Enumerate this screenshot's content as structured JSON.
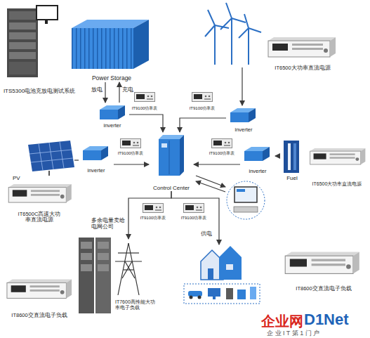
{
  "diagram": {
    "nodes": [
      {
        "text": [
          "ITS5300电池充放电测试系统"
        ]
      },
      {
        "text": [
          "Power Storage"
        ]
      },
      {
        "text": [
          "IT6500大功率直流电源"
        ]
      },
      {
        "text": [
          "IT9100功率表"
        ]
      },
      {
        "text": [
          "IT9100功率表"
        ]
      },
      {
        "text": [
          "inverter"
        ]
      },
      {
        "text": [
          "inverter"
        ]
      },
      {
        "text": [
          "PV"
        ]
      },
      {
        "text": [
          "inverter"
        ]
      },
      {
        "text": [
          "IT9100功率表"
        ]
      },
      {
        "text": [
          "IT9100功率表"
        ]
      },
      {
        "text": [
          "inverter"
        ]
      },
      {
        "text": [
          "Fuel"
        ]
      },
      {
        "text": [
          "IT6500大功率直流电源"
        ]
      },
      {
        "text": [
          "Control Center"
        ]
      },
      {
        "text": [
          "IT6500C高速大功率直流电源"
        ]
      },
      {
        "text": [
          "IT9100功率表"
        ]
      },
      {
        "text": [
          "IT9100功率表"
        ]
      },
      {
        "text": [
          "多余电量卖给电网公司"
        ]
      },
      {
        "text": [
          "供电"
        ]
      },
      {
        "text": [
          "IT7600高性能大功率电子负载"
        ]
      },
      {
        "text": [
          "IT8600交直流电子负载"
        ]
      },
      {
        "text": [
          "IT8600交直流电子负载"
        ]
      }
    ],
    "edges": [
      {
        "from": 1,
        "to": 5,
        "arrow": "to",
        "label": "放电"
      },
      {
        "from": 5,
        "to": 1,
        "arrow": "to",
        "label": "充电"
      },
      {
        "from": 5,
        "to": 14,
        "arrow": "to"
      },
      {
        "from": 6,
        "to": 14,
        "arrow": "to"
      },
      {
        "from": 7,
        "to": 8,
        "arrow": "none"
      },
      {
        "from": 8,
        "to": 14,
        "arrow": "to"
      },
      {
        "from": 12,
        "to": 11,
        "arrow": "to"
      },
      {
        "from": 11,
        "to": 14,
        "arrow": "to"
      },
      {
        "from": 14,
        "to": 18,
        "arrow": "to"
      },
      {
        "from": 14,
        "to": 19,
        "arrow": "to"
      }
    ],
    "labels": [
      "企业网",
      "D1Net",
      "企 业 I T 第 1 门 户"
    ]
  }
}
